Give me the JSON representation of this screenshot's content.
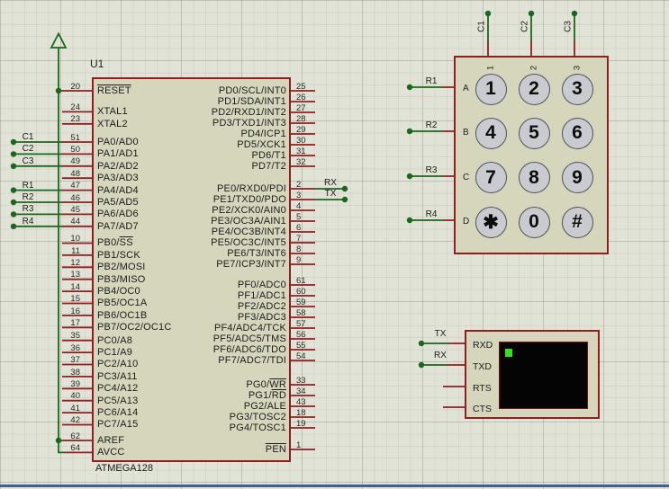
{
  "chip": {
    "ref": "U1",
    "part": "ATMEGA128",
    "left_groups": [
      [
        {
          "num": "20",
          "name": "",
          "over": "RESET"
        }
      ],
      [
        {
          "num": "24",
          "name": "XTAL1",
          "over": ""
        },
        {
          "num": "23",
          "name": "XTAL2",
          "over": ""
        }
      ],
      [
        {
          "num": "51",
          "name": "PA0/AD0",
          "over": ""
        },
        {
          "num": "50",
          "name": "PA1/AD1",
          "over": ""
        },
        {
          "num": "49",
          "name": "PA2/AD2",
          "over": ""
        },
        {
          "num": "48",
          "name": "PA3/AD3",
          "over": ""
        },
        {
          "num": "47",
          "name": "PA4/AD4",
          "over": ""
        },
        {
          "num": "46",
          "name": "PA5/AD5",
          "over": ""
        },
        {
          "num": "45",
          "name": "PA6/AD6",
          "over": ""
        },
        {
          "num": "44",
          "name": "PA7/AD7",
          "over": ""
        }
      ],
      [
        {
          "num": "10",
          "name": "PB0/",
          "over": "SS"
        },
        {
          "num": "11",
          "name": "PB1/SCK",
          "over": ""
        },
        {
          "num": "12",
          "name": "PB2/MOSI",
          "over": ""
        },
        {
          "num": "13",
          "name": "PB3/MISO",
          "over": ""
        },
        {
          "num": "14",
          "name": "PB4/OC0",
          "over": ""
        },
        {
          "num": "15",
          "name": "PB5/OC1A",
          "over": ""
        },
        {
          "num": "16",
          "name": "PB6/OC1B",
          "over": ""
        },
        {
          "num": "17",
          "name": "PB7/OC2/OC1C",
          "over": ""
        }
      ],
      [
        {
          "num": "35",
          "name": "PC0/A8",
          "over": ""
        },
        {
          "num": "36",
          "name": "PC1/A9",
          "over": ""
        },
        {
          "num": "37",
          "name": "PC2/A10",
          "over": ""
        },
        {
          "num": "38",
          "name": "PC3/A11",
          "over": ""
        },
        {
          "num": "39",
          "name": "PC4/A12",
          "over": ""
        },
        {
          "num": "40",
          "name": "PC5/A13",
          "over": ""
        },
        {
          "num": "41",
          "name": "PC6/A14",
          "over": ""
        },
        {
          "num": "42",
          "name": "PC7/A15",
          "over": ""
        }
      ],
      [
        {
          "num": "62",
          "name": "AREF",
          "over": ""
        },
        {
          "num": "64",
          "name": "AVCC",
          "over": ""
        }
      ]
    ],
    "right_groups": [
      [
        {
          "num": "25",
          "name": "PD0/SCL/INT0",
          "over": ""
        },
        {
          "num": "26",
          "name": "PD1/SDA/INT1",
          "over": ""
        },
        {
          "num": "27",
          "name": "PD2/RXD1/INT2",
          "over": ""
        },
        {
          "num": "28",
          "name": "PD3/TXD1/INT3",
          "over": ""
        },
        {
          "num": "29",
          "name": "PD4/ICP1",
          "over": ""
        },
        {
          "num": "30",
          "name": "PD5/XCK1",
          "over": ""
        },
        {
          "num": "31",
          "name": "PD6/T1",
          "over": ""
        },
        {
          "num": "32",
          "name": "PD7/T2",
          "over": ""
        }
      ],
      [
        {
          "num": "2",
          "name": "PE0/RXD0/PDI",
          "over": ""
        },
        {
          "num": "3",
          "name": "PE1/TXD0/PDO",
          "over": ""
        },
        {
          "num": "4",
          "name": "PE2/XCK0/AIN0",
          "over": ""
        },
        {
          "num": "5",
          "name": "PE3/OC3A/AIN1",
          "over": ""
        },
        {
          "num": "6",
          "name": "PE4/OC3B/INT4",
          "over": ""
        },
        {
          "num": "7",
          "name": "PE5/OC3C/INT5",
          "over": ""
        },
        {
          "num": "8",
          "name": "PE6/T3/INT6",
          "over": ""
        },
        {
          "num": "9",
          "name": "PE7/ICP3/INT7",
          "over": ""
        }
      ],
      [
        {
          "num": "61",
          "name": "PF0/ADC0",
          "over": ""
        },
        {
          "num": "60",
          "name": "PF1/ADC1",
          "over": ""
        },
        {
          "num": "59",
          "name": "PF2/ADC2",
          "over": ""
        },
        {
          "num": "58",
          "name": "PF3/ADC3",
          "over": ""
        },
        {
          "num": "57",
          "name": "PF4/ADC4/TCK",
          "over": ""
        },
        {
          "num": "56",
          "name": "PF5/ADC5/TMS",
          "over": ""
        },
        {
          "num": "55",
          "name": "PF6/ADC6/TDO",
          "over": ""
        },
        {
          "num": "54",
          "name": "PF7/ADC7/TDI",
          "over": ""
        }
      ],
      [
        {
          "num": "33",
          "name": "PG0/",
          "over": "WR"
        },
        {
          "num": "34",
          "name": "PG1/",
          "over": "RD"
        },
        {
          "num": "43",
          "name": "PG2/ALE",
          "over": ""
        },
        {
          "num": "18",
          "name": "PG3/TOSC2",
          "over": ""
        },
        {
          "num": "19",
          "name": "PG4/TOSC1",
          "over": ""
        }
      ],
      [
        {
          "num": "1",
          "name": "",
          "over": "PEN"
        }
      ]
    ]
  },
  "wire_labels": {
    "chip_left": [
      "C1",
      "C2",
      "C3",
      "R1",
      "R2",
      "R3",
      "R4"
    ],
    "chip_right": [
      "RX",
      "TX"
    ],
    "keypad_left": [
      "R1",
      "R2",
      "R3",
      "R4"
    ],
    "keypad_top": [
      "C1",
      "C2",
      "C3"
    ],
    "terminal_left": [
      "TX",
      "RX"
    ]
  },
  "keypad": {
    "col_headers": [
      "1",
      "2",
      "3"
    ],
    "row_labels": [
      "A",
      "B",
      "C",
      "D"
    ],
    "keys": [
      "1",
      "2",
      "3",
      "4",
      "5",
      "6",
      "7",
      "8",
      "9",
      "✱",
      "0",
      "#"
    ]
  },
  "terminal": {
    "pins": [
      "RXD",
      "TXD",
      "RTS",
      "CTS"
    ]
  },
  "colors": {
    "wire_green": "#1c661c",
    "component_red": "#8e1f1f",
    "component_fill": "#d5d6bc",
    "screen_black": "#040404",
    "cursor_green": "#35e01c"
  }
}
